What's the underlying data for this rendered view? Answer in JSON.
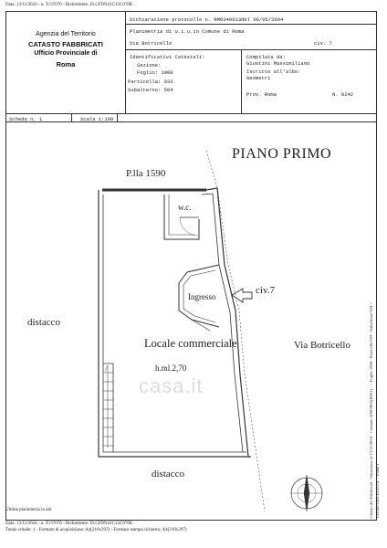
{
  "top_line": "Data: 13/11/2024 - n. T137070 - Richiedente: FLCFDN41C15C070K",
  "agency": {
    "line1": "Agenzia del Territorio",
    "line2": "CATASTO FABBRICATI",
    "line3": "Ufficio Provinciale di",
    "line4": "Roma"
  },
  "header": {
    "dichiarazione": "Dichiarazione protocollo n. RM0349613del 06/05/2004",
    "planimetria": "Planimetria di u.i.u.in Comune di Roma",
    "via": "Via Botricello",
    "civ": "civ. 7",
    "identificativi": "Identificativi Catastali:",
    "sezione_label": "Sezione:",
    "foglio": "Foglio: 1008",
    "particella": "Particella: 933",
    "subalterno": "Subalterno: 504",
    "compilata": "Compilata da:",
    "compilatore": "Giustini Massimiliano",
    "iscritto": "Iscritto all'albo:",
    "albo": "Geometri",
    "prov": "Prov. Roma",
    "numero": "N. 0242",
    "scheda": "Scheda n. 1",
    "scala": "Scala 1:100"
  },
  "plan": {
    "piano": "PIANO PRIMO",
    "plla": "P.lla 1590",
    "wc": "w.c.",
    "ingresso": "Ingresso",
    "civ": "civ.7",
    "distacco_left": "distacco",
    "locale": "Locale commerciale",
    "altezza": "h.ml.2,70",
    "via": "Via Botricello",
    "distacco_bottom": "distacco"
  },
  "watermark": "casa.it",
  "side_text": {
    "line1": "Catasto dei Fabbricati - Situazione al 13/11/2024 - Comune di ROMA(H501) - < Foglio 1008 - Particella 933 - Subalterno 504 >",
    "line2": "VIA BOTRICELLO n. 7 Piano 1"
  },
  "footer": {
    "ultima": "Ultima planimetria in atti",
    "line1": "Data: 13/11/2024 - n. T137070 - Richiedente: FLCFDN41C15C070K",
    "line2": "Totale schede: 1 - Formato di acquisizione: A4(210x297) - Formato stampa richiesto: A4(210x297)"
  }
}
